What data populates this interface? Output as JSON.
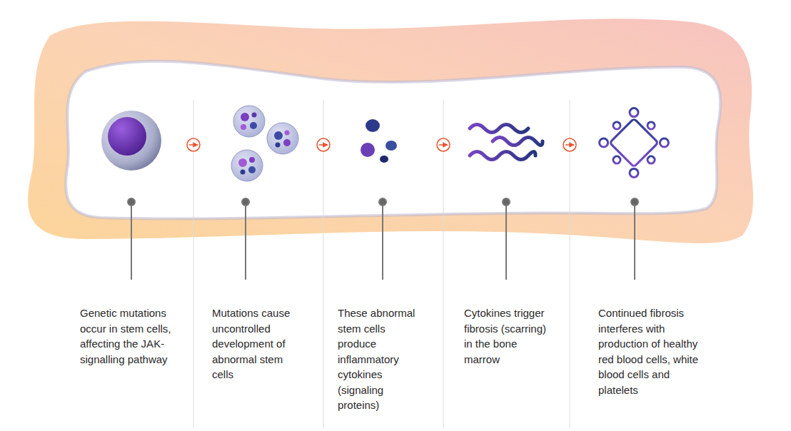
{
  "diagram": {
    "nodes": [
      {
        "text": [
          "Genetic mutations occur in stem cells, affecting the JAK-signalling pathway"
        ]
      },
      {
        "text": [
          "Mutations cause uncontrolled development of abnormal stem cells"
        ]
      },
      {
        "text": [
          "These abnormal stem cells produce inflammatory cytokines (signaling proteins)"
        ]
      },
      {
        "text": [
          "Cytokines trigger fibrosis (scarring) in the bone marrow"
        ]
      },
      {
        "text": [
          "Continued fibrosis interferes with production of healthy red blood cells, white blood cells and platelets"
        ]
      }
    ],
    "edges": [
      {
        "from": 0,
        "to": 1,
        "arrow": "to"
      },
      {
        "from": 1,
        "to": 2,
        "arrow": "to"
      },
      {
        "from": 2,
        "to": 3,
        "arrow": "to"
      },
      {
        "from": 3,
        "to": 4,
        "arrow": "to"
      }
    ]
  }
}
